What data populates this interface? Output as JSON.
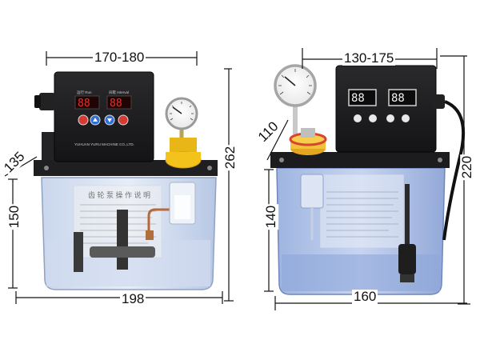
{
  "left_unit": {
    "dimensions": {
      "top_width": "170-180",
      "height_total": "262",
      "side_angle": "135",
      "tank_height": "150",
      "base_width": "198"
    },
    "panel": {
      "label_run": "运行 Run",
      "label_interval": "间歇 Interval",
      "brand": "YUHUAN YURU MACHINE CO.,LTD."
    }
  },
  "right_unit": {
    "dimensions": {
      "top_width": "130-175",
      "height_total": "220",
      "side_depth": "110",
      "tank_height": "140",
      "base_width": "160"
    }
  },
  "colors": {
    "housing": "#1b1b1d",
    "display_red": "#e8322b",
    "tank_blue": "#b8c9e6",
    "cap_yellow": "#f3c21b",
    "button_red": "#d63a33",
    "button_blue": "#2f6fd6"
  }
}
